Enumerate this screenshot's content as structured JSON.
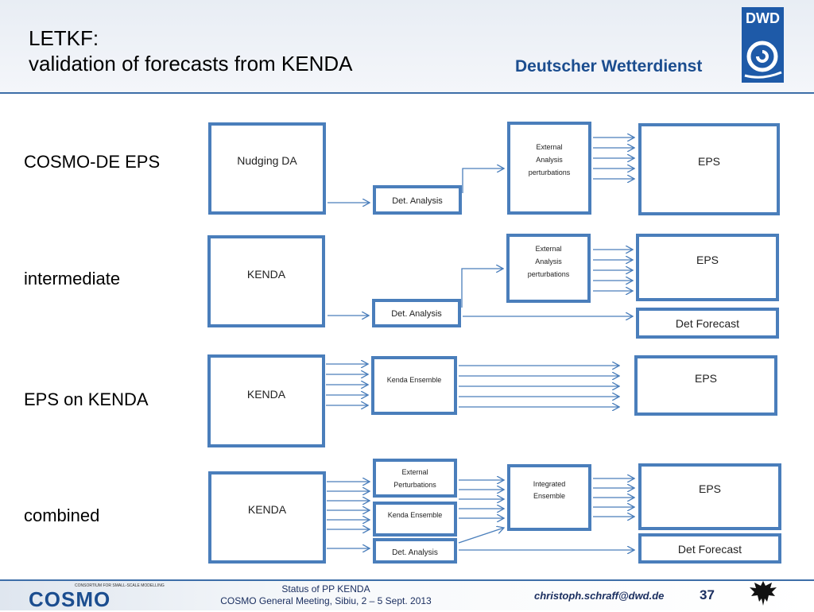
{
  "title": {
    "line1": "LETKF:",
    "line2": "validation of forecasts from KENDA"
  },
  "organization": "Deutscher Wetterdienst",
  "logo_text": "DWD",
  "rows": [
    {
      "label": "COSMO-DE EPS",
      "boxes": {
        "source": "Nudging DA",
        "analysis": "Det. Analysis",
        "perturb": [
          "External",
          "Analysis",
          "perturbations"
        ],
        "eps": "EPS"
      }
    },
    {
      "label": "intermediate",
      "boxes": {
        "source": "KENDA",
        "analysis": "Det. Analysis",
        "perturb": [
          "External",
          "Analysis",
          "perturbations"
        ],
        "eps": "EPS",
        "det_forecast": "Det Forecast"
      }
    },
    {
      "label": "EPS on KENDA",
      "boxes": {
        "source": "KENDA",
        "ensemble": "Kenda Ensemble",
        "eps": "EPS"
      }
    },
    {
      "label": "combined",
      "boxes": {
        "source": "KENDA",
        "perturb": [
          "External",
          "Perturbations"
        ],
        "ensemble": "Kenda Ensemble",
        "analysis": "Det. Analysis",
        "integrated": [
          "Integrated",
          "Ensemble"
        ],
        "eps": "EPS",
        "det_forecast": "Det Forecast"
      }
    }
  ],
  "footer": {
    "logo_word": "COSMO",
    "logo_small": "CONSORTIUM FOR SMALL-SCALE MODELLING",
    "status": "Status of PP KENDA",
    "meeting": "COSMO General Meeting, Sibiu, 2 – 5 Sept. 2013",
    "email": "christoph.schraff@dwd.de",
    "page": "37"
  },
  "colors": {
    "box_border": "#4a7ebb",
    "arrow": "#4a7ebb",
    "header_line": "#3d6ea8",
    "brand": "#1b4d8f"
  }
}
